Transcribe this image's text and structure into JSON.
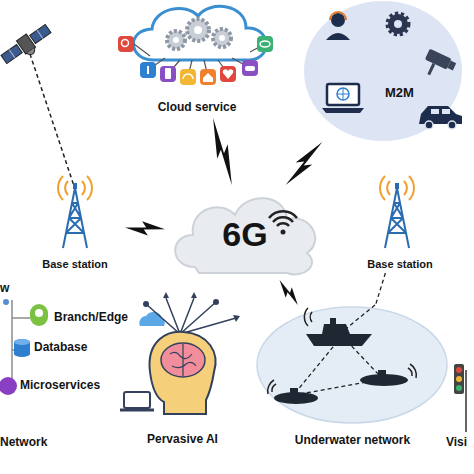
{
  "diagram": {
    "nodes": [
      {
        "text": [
          "Cloud service"
        ]
      },
      {
        "text": [
          "M2M"
        ]
      },
      {
        "text": [
          "Base station"
        ]
      },
      {
        "text": [
          "6G"
        ]
      },
      {
        "text": [
          "Base station"
        ]
      },
      {
        "text": [
          "Pervasive AI"
        ]
      },
      {
        "text": [
          "Underwater network"
        ]
      }
    ],
    "edges": [
      {
        "from": 3,
        "to": 0,
        "arrow": "none"
      },
      {
        "from": 3,
        "to": 1,
        "arrow": "none"
      },
      {
        "from": 2,
        "to": 3,
        "arrow": "none"
      },
      {
        "from": 3,
        "to": 6,
        "arrow": "none"
      },
      {
        "from": 4,
        "to": 6,
        "arrow": "none"
      }
    ],
    "labels": [
      "w",
      "Branch/Edge",
      "Database",
      "Microservices",
      "Network",
      "Visi"
    ]
  }
}
